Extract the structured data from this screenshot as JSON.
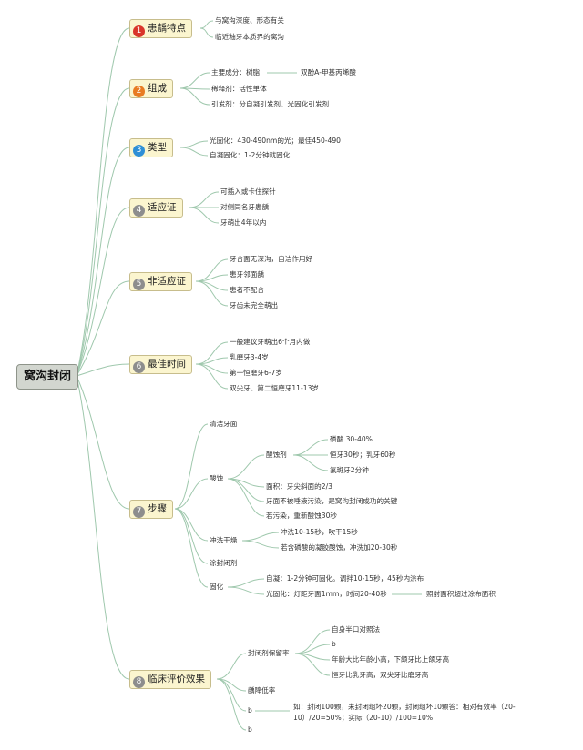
{
  "root": "窝沟封闭",
  "colors": {
    "badge_red": "#d9352a",
    "badge_orange": "#e87b23",
    "badge_blue": "#2f8fd6",
    "badge_gray": "#8d8d8d",
    "line": "#9fc8ad"
  },
  "categories": {
    "c1": {
      "num": "1",
      "label": "患龋特点"
    },
    "c2": {
      "num": "2",
      "label": "组成"
    },
    "c3": {
      "num": "3",
      "label": "类型"
    },
    "c4": {
      "num": "4",
      "label": "适应证"
    },
    "c5": {
      "num": "5",
      "label": "非适应证"
    },
    "c6": {
      "num": "6",
      "label": "最佳时间"
    },
    "c7": {
      "num": "7",
      "label": "步骤"
    },
    "c8": {
      "num": "8",
      "label": "临床评价效果"
    }
  },
  "nodes": {
    "c1_a": "与窝沟深度、形态有关",
    "c1_b": "临近釉牙本质界的窝沟",
    "c2_a": "主要成分：树脂",
    "c2_a1": "双酚A-甲基丙烯酸",
    "c2_b": "稀释剂：活性单体",
    "c2_c": "引发剂：分自凝引发剂、光固化引发剂",
    "c3_a": "光固化：430-490nm的光；最佳450-490",
    "c3_b": "自凝固化：1-2分钟就固化",
    "c4_a": "可插入或卡住探针",
    "c4_b": "对侧同名牙患龋",
    "c4_c": "牙萌出4年以内",
    "c5_a": "牙合面无深沟，自洁作用好",
    "c5_b": "患牙邻面龋",
    "c5_c": "患者不配合",
    "c5_d": "牙齿未完全萌出",
    "c6_a": "一般建议牙萌出6个月内做",
    "c6_b": "乳磨牙3-4岁",
    "c6_c": "第一恒磨牙6-7岁",
    "c6_d": "双尖牙、第二恒磨牙11-13岁",
    "c7_a": "清洁牙面",
    "c7_b": "酸蚀",
    "c7_b1": "酸蚀剂",
    "c7_b1a": "磷酸 30-40%",
    "c7_b1b": "恒牙30秒；乳牙60秒",
    "c7_b1c": "氟斑牙2分钟",
    "c7_b2": "面积：牙尖斜面的2/3",
    "c7_b3": "牙面不被唾液污染，是窝沟封闭成功的关键",
    "c7_b4": "若污染，重新酸蚀30秒",
    "c7_c": "冲洗干燥",
    "c7_c1": "冲洗10-15秒，吹干15秒",
    "c7_c2": "若含磷酸的凝胶酸蚀，冲洗加20-30秒",
    "c7_d": "涂封闭剂",
    "c7_e": "固化",
    "c7_e1": "自凝：1-2分钟可固化。调拌10-15秒，45秒内涂布",
    "c7_e2": "光固化：灯距牙面1mm，时间20-40秒",
    "c7_e2a": "照射面积超过涂布面积",
    "c8_a": "封闭剂保留率",
    "c8_a1": "自身半口对照法",
    "c8_a2": "b",
    "c8_a3": "年龄大比年龄小高，下颌牙比上颌牙高",
    "c8_a4": "恒牙比乳牙高，双尖牙比磨牙高",
    "c8_b": "龋降低率",
    "c8_c": "b",
    "c8_c1a": "如：封闭100颗，未封闭组坏20颗，封闭组坏10颗答：相对有效率（20-",
    "c8_c1b": "10）/20=50%；实际（20-10）/100=10%",
    "c8_d": "b"
  }
}
